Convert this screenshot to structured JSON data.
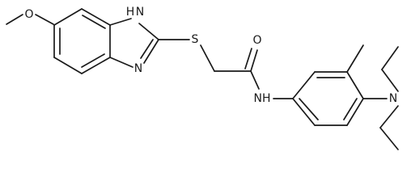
{
  "molecule": {
    "atom_labels": {
      "methoxy_o": "O",
      "imidazole_nh": "H N",
      "imidazole_n": "N",
      "thioether_s": "S",
      "carbonyl_o": "O",
      "amide_nh": "NH",
      "amine_n": "N"
    }
  }
}
